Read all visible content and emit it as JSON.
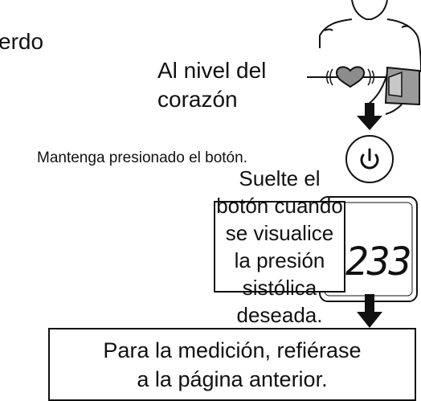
{
  "instructions": {
    "left_fragment": "erdo",
    "heart_level": "Al nivel del\ncorazón",
    "hold_button": "Mantenga presionado el botón.",
    "release_button": "Suelte el botón cuando\nse visualice la presión\nsistólica deseada.",
    "measurement": "Para la medición, refiérase\na la página anterior."
  },
  "display": {
    "reading": "233"
  },
  "icons": {
    "power": "power-icon",
    "heart": "heart-icon",
    "battery": "battery-icon",
    "arrow": "arrow-down-icon"
  },
  "colors": {
    "ink": "#111111",
    "cuff_fill": "#9a9a9a",
    "heart_fill": "#8c8c8c",
    "bar_fill": "#b0b0b0"
  }
}
